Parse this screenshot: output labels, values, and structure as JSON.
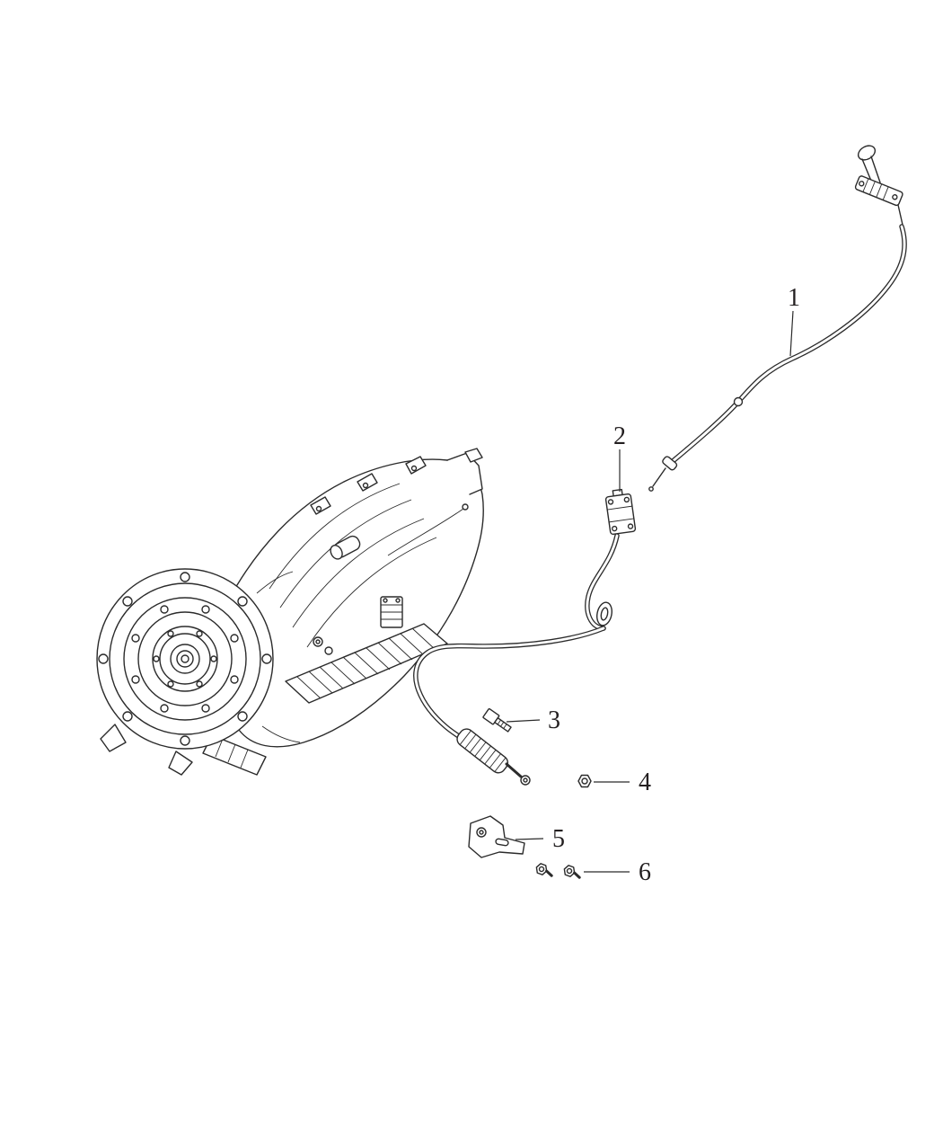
{
  "page": {
    "background_color": "#ffffff",
    "line_color": "#2b2b2b"
  },
  "diagram": {
    "type": "exploded-parts-diagram",
    "callouts": [
      {
        "label": "1"
      },
      {
        "label": "2"
      },
      {
        "label": "3"
      },
      {
        "label": "4"
      },
      {
        "label": "5"
      },
      {
        "label": "6"
      }
    ]
  }
}
